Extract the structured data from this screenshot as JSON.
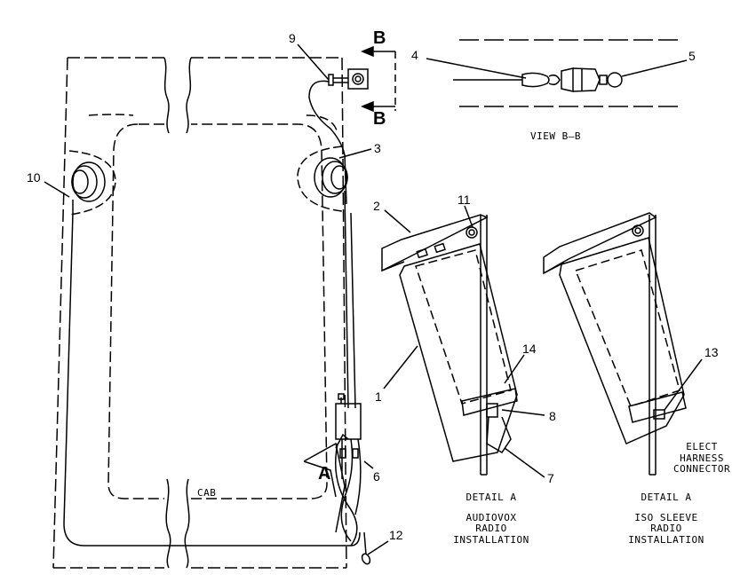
{
  "callouts": {
    "n1": "1",
    "n2": "2",
    "n3": "3",
    "n4": "4",
    "n5": "5",
    "n6": "6",
    "n7": "7",
    "n8": "8",
    "n9": "9",
    "n10": "10",
    "n11": "11",
    "n12": "12",
    "n13": "13",
    "n14": "14"
  },
  "section_markers": {
    "b_top": "B",
    "b_bottom": "B",
    "detail_a": "A"
  },
  "labels": {
    "cab": "CAB",
    "view_bb": "VIEW B–B",
    "elect_harness_1": "ELECT",
    "elect_harness_2": "HARNESS",
    "elect_harness_3": "CONNECTOR"
  },
  "captions": {
    "left_detail": [
      "DETAIL A",
      "AUDIOVOX",
      "RADIO",
      "INSTALLATION"
    ],
    "right_detail": [
      "DETAIL A",
      "ISO SLEEVE",
      "RADIO",
      "INSTALLATION"
    ]
  },
  "colors": {
    "ink": "#000000",
    "paper": "#ffffff"
  }
}
